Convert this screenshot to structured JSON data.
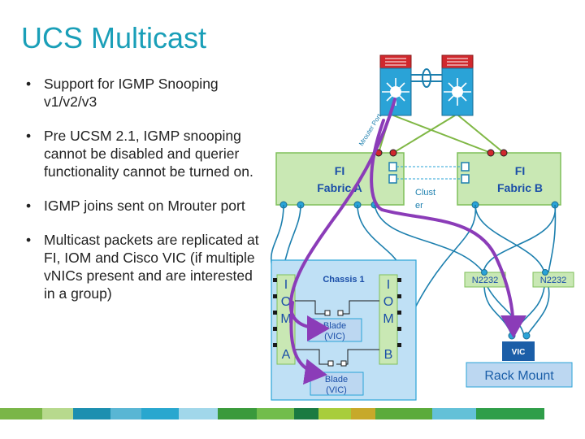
{
  "slide": {
    "title": "UCS Multicast",
    "bullets": [
      "Support for IGMP Snooping v1/v2/v3",
      "Pre UCSM 2.1, IGMP snooping cannot be disabled and querier functionality cannot be turned on.",
      "IGMP joins sent on Mrouter port",
      "Multicast packets are replicated at FI, IOM and Cisco VIC (if multiple vNICs present and are interested in a group)"
    ]
  },
  "diagram": {
    "fi_a": {
      "line1": "FI",
      "line2": "Fabric A"
    },
    "fi_b": {
      "line1": "FI",
      "line2": "Fabric B"
    },
    "cluster": {
      "line1": "Clust",
      "line2": "er"
    },
    "mrouter_label": "Mrouter Port",
    "chassis": {
      "label": "Chassis 1"
    },
    "iom_left": [
      "I",
      "O",
      "M",
      "A"
    ],
    "iom_right": [
      "I",
      "O",
      "M",
      "B"
    ],
    "blade": {
      "line1": "Blade",
      "line2": "(VIC)"
    },
    "fex_left": "N2232",
    "fex_right": "N2232",
    "vic": "VIC",
    "rack_mount": "Rack Mount"
  },
  "colors": {
    "title": "#1a9fb8",
    "fi_fill": "#c9e8b4",
    "fi_border": "#7fbf5a",
    "link": "#1c7fae",
    "uplink": "#7fb744",
    "multicast_path": "#8b3cb8",
    "chassis_fill": "#bfe0f5",
    "rack_mount_fill": "#bcd7f1",
    "vic_fill": "#1b5ea8",
    "switch_red": "#d0282d",
    "switch_blue": "#2aa3d7"
  },
  "footer_colors": [
    "#7ab648",
    "#b7d98d",
    "#1c8fb0",
    "#59b6d4",
    "#29a7cf",
    "#a1d7ea",
    "#3a9a3c",
    "#72bd4b",
    "#1a7a41",
    "#a8cd3c",
    "#c7a92a",
    "#5bab3b",
    "#63c1d8",
    "#2f9e49"
  ]
}
